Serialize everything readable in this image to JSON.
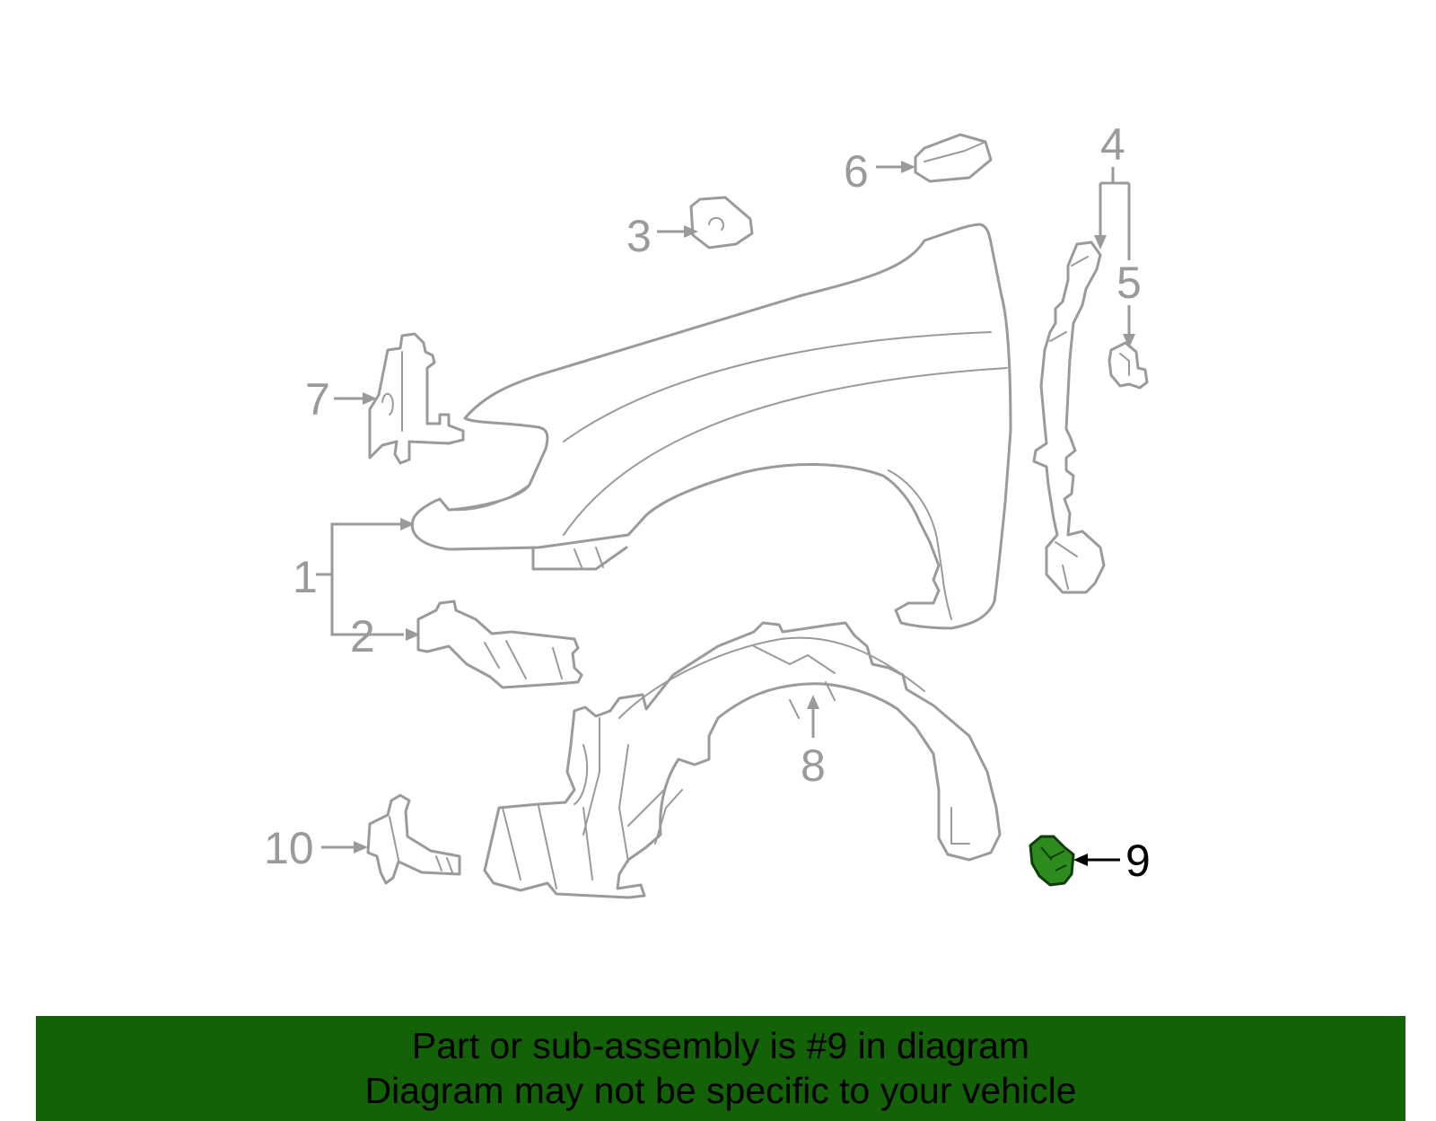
{
  "callouts": {
    "c1": "1",
    "c2": "2",
    "c3": "3",
    "c4": "4",
    "c5": "5",
    "c6": "6",
    "c7": "7",
    "c8": "8",
    "c9": "9",
    "c10": "10"
  },
  "highlight": {
    "part_number": "9",
    "color": "#2e8b1e",
    "outline": "#0f3d08"
  },
  "banner": {
    "line1": "Part or sub-assembly is #9 in diagram",
    "line2": "Diagram may not be specific to your vehicle",
    "background": "#136207",
    "text_color": "#000000"
  },
  "colors": {
    "line_art": "#9a9a9a",
    "background": "#ffffff"
  }
}
